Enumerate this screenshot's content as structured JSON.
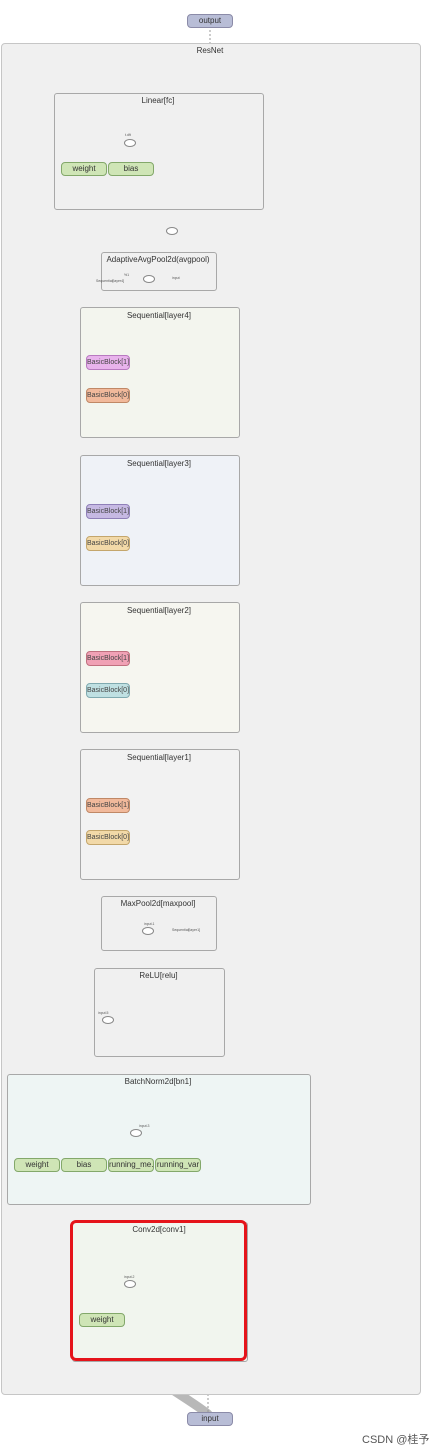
{
  "graph": {
    "output_label": "output",
    "input_label": "input",
    "root_title": "ResNet",
    "fc": {
      "title": "Linear[fc]",
      "params": [
        "weight",
        "bias"
      ],
      "node_label": "t.dft"
    },
    "avgpool": {
      "title": "AdaptiveAvgPool2d(avgpool)",
      "in_a": "Sequential[layer4]",
      "in_b": "%1",
      "out": "input"
    },
    "layer4": {
      "title": "Sequential[layer4]",
      "blocks": [
        "BasicBlock[1]",
        "BasicBlock[0]"
      ]
    },
    "layer3": {
      "title": "Sequential[layer3]",
      "blocks": [
        "BasicBlock[1]",
        "BasicBlock[0]"
      ]
    },
    "layer2": {
      "title": "Sequential[layer2]",
      "blocks": [
        "BasicBlock[1]",
        "BasicBlock[0]"
      ]
    },
    "layer1": {
      "title": "Sequential[layer1]",
      "blocks": [
        "BasicBlock[1]",
        "BasicBlock[0]"
      ]
    },
    "maxpool": {
      "title": "MaxPool2d[maxpool]",
      "node_label": "input.1",
      "out": "Sequential[layer1]"
    },
    "relu": {
      "title": "ReLU[relu]",
      "node_label": "input.5"
    },
    "bn1": {
      "title": "BatchNorm2d[bn1]",
      "params": [
        "weight",
        "bias",
        "running_me...",
        "running_var"
      ],
      "node_label": "input.3"
    },
    "conv1": {
      "title": "Conv2d[conv1]",
      "params": [
        "weight"
      ],
      "node_label": "input.2"
    }
  },
  "colors": {
    "selection": "#e5141a",
    "param_fill": "#cfe5b6",
    "io_fill": "#b8bdd6"
  },
  "watermark": "CSDN @桂予"
}
